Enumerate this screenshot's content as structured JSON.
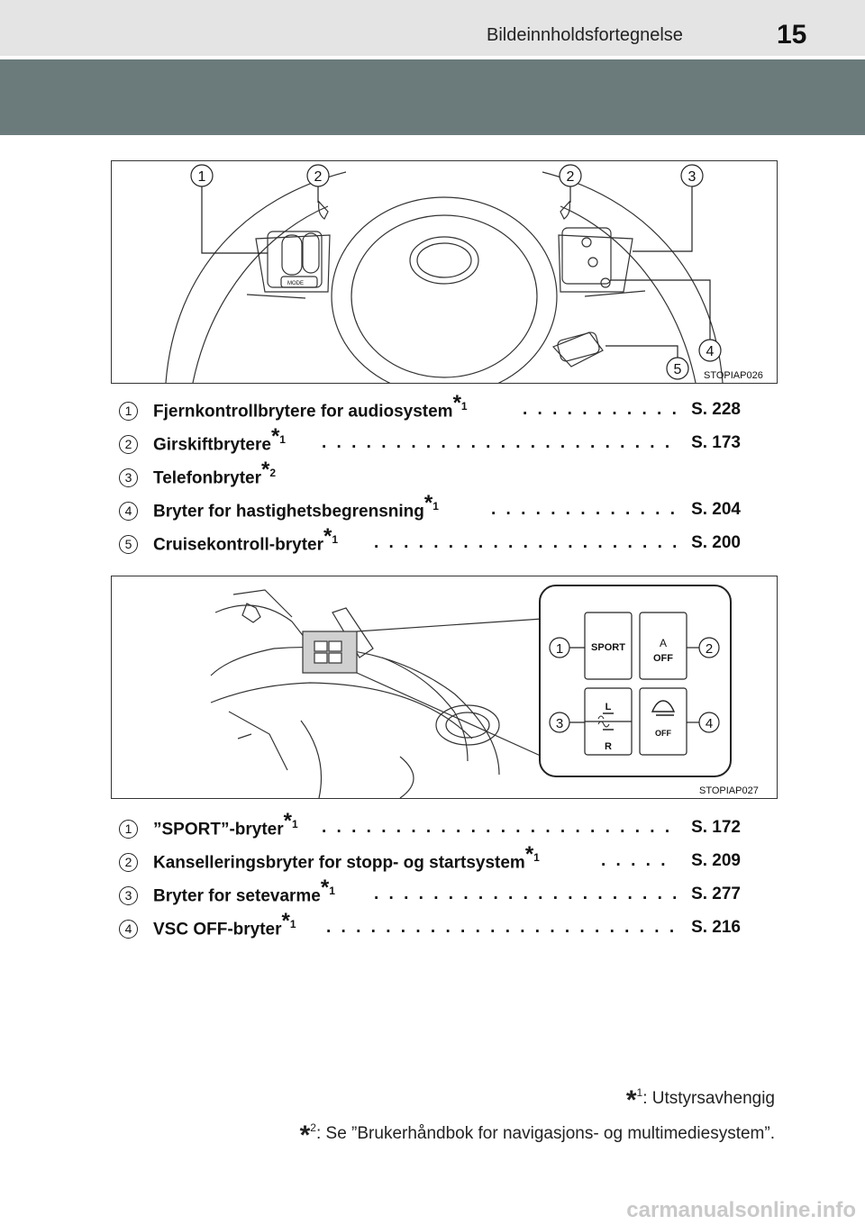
{
  "header": {
    "section_title": "Bildeinnholdsfortegnelse",
    "page_number": "15"
  },
  "figure1": {
    "code": "STOPIAP026",
    "callouts": [
      "1",
      "2",
      "2",
      "3",
      "4",
      "5"
    ],
    "button_label": "MODE"
  },
  "list1": [
    {
      "num": "1",
      "label": "Fjernkontrollbrytere for audiosystem",
      "note": "1",
      "ref": "S. 228"
    },
    {
      "num": "2",
      "label": "Girskiftbrytere",
      "note": "1",
      "ref": "S. 173"
    },
    {
      "num": "3",
      "label": "Telefonbryter",
      "note": "2",
      "ref": ""
    },
    {
      "num": "4",
      "label": "Bryter for hastighetsbegrensning",
      "note": "1",
      "ref": "S. 204"
    },
    {
      "num": "5",
      "label": "Cruisekontroll-bryter",
      "note": "1",
      "ref": "S. 200"
    }
  ],
  "figure2": {
    "code": "STOPIAP027",
    "callouts": [
      "1",
      "2",
      "3",
      "4"
    ],
    "sport_label": "SPORT",
    "aoff_top": "A",
    "aoff_bottom": "OFF",
    "seat_left": "L",
    "seat_right": "R",
    "vsc_off": "OFF"
  },
  "list2": [
    {
      "num": "1",
      "label": "”SPORT”-bryter",
      "note": "1",
      "ref": "S. 172"
    },
    {
      "num": "2",
      "label": "Kanselleringsbryter for stopp- og startsystem",
      "note": "1",
      "ref": "S. 209"
    },
    {
      "num": "3",
      "label": "Bryter for setevarme",
      "note": "1",
      "ref": "S. 277"
    },
    {
      "num": "4",
      "label": "VSC OFF-bryter",
      "note": "1",
      "ref": "S. 216"
    }
  ],
  "footnotes": [
    {
      "num": "1",
      "text": ": Utstyrsavhengig"
    },
    {
      "num": "2",
      "text": ": Se ”Brukerhåndbok for navigasjons- og multimediesystem”."
    }
  ],
  "watermark": "carmanualsonline.info"
}
